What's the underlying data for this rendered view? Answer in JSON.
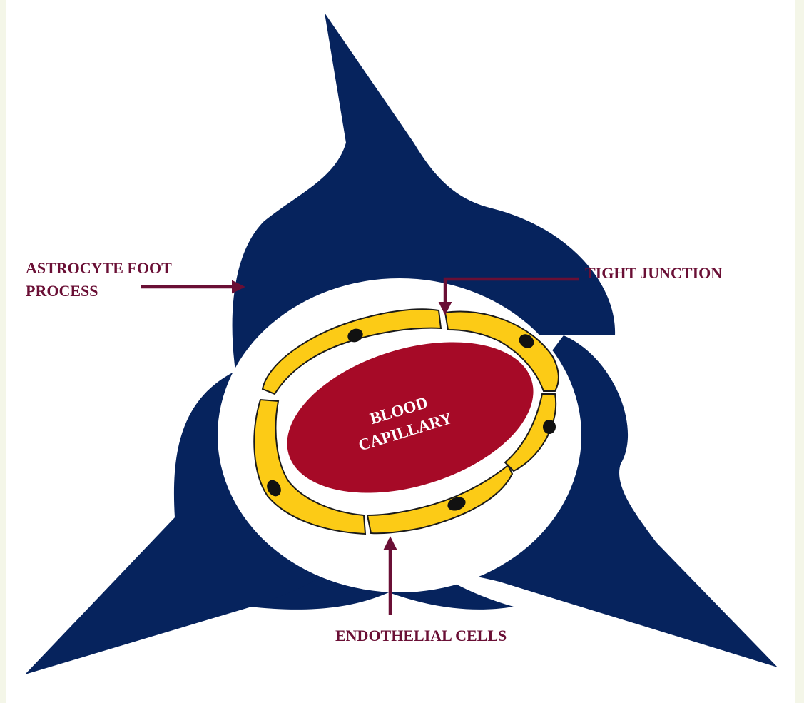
{
  "labels": {
    "astrocyte_line1": "ASTROCYTE FOOT",
    "astrocyte_line2": "PROCESS",
    "tight_junction": "TIGHT JUNCTION",
    "endothelial_cells": "ENDOTHELIAL CELLS",
    "capillary_line1": "BLOOD",
    "capillary_line2": "CAPILLARY"
  },
  "colors": {
    "background": "#f4f6e8",
    "canvas": "#ffffff",
    "astrocyte": "#06235d",
    "endothelium": "#fccb16",
    "nucleus": "#111111",
    "capillary": "#a60a27",
    "label_text": "#6a0f35",
    "arrow": "#6a0f35",
    "capillary_text": "#ffffff"
  }
}
